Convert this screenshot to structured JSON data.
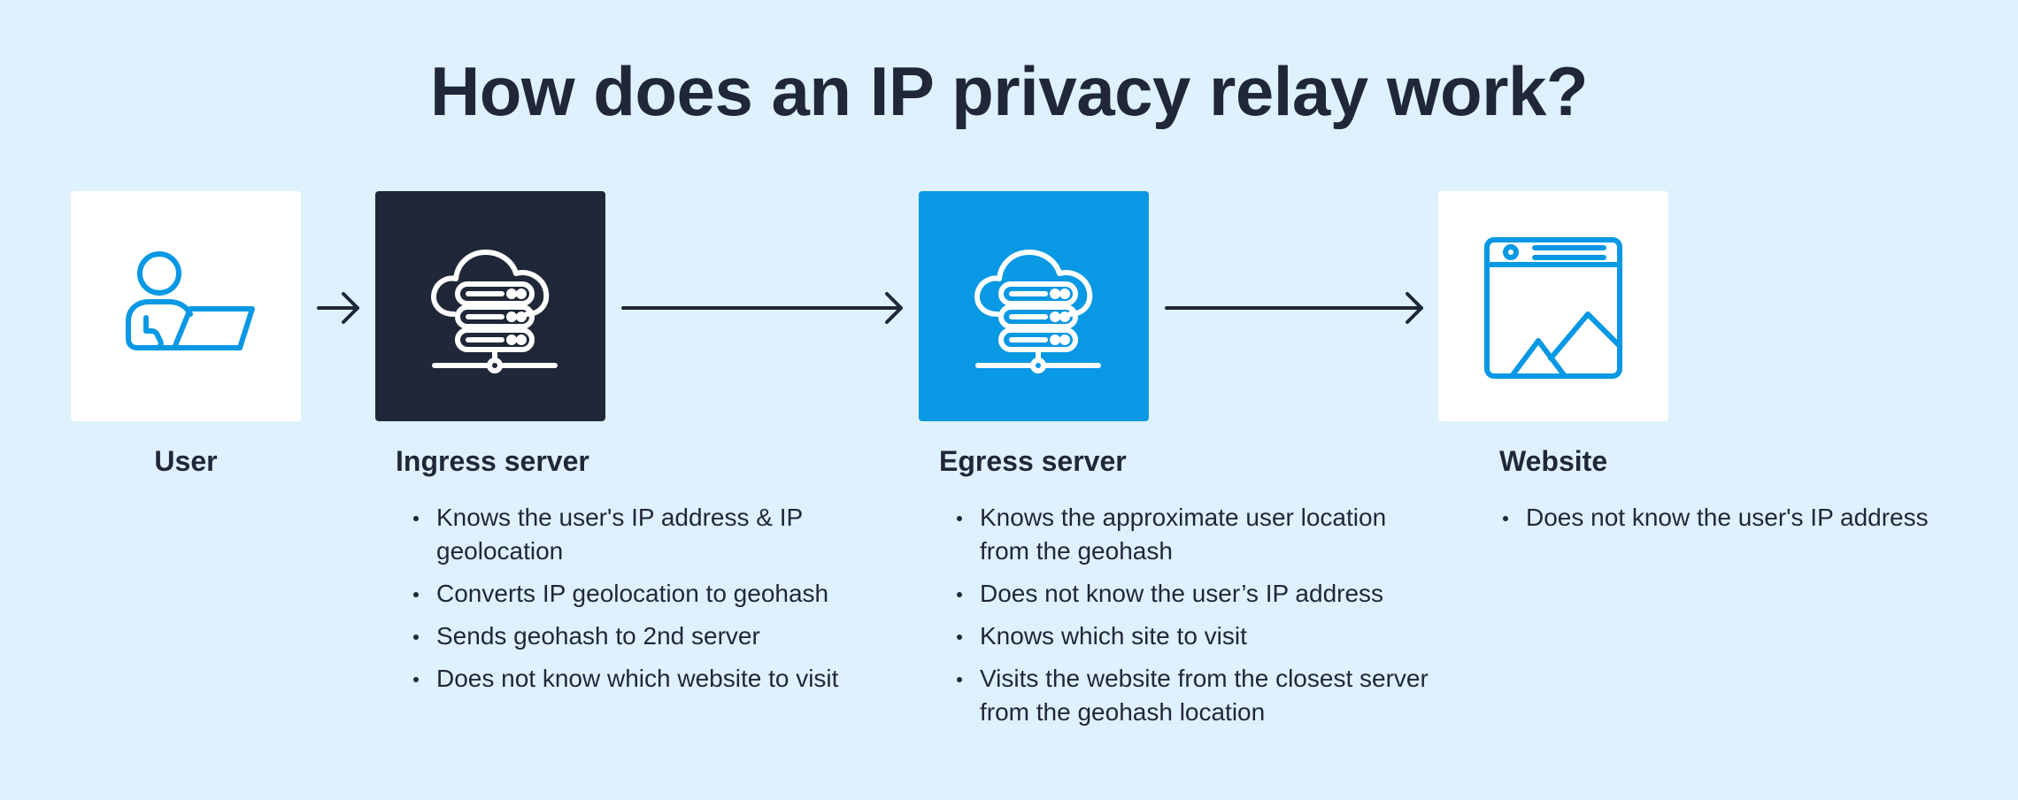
{
  "title": "How does an IP privacy relay work?",
  "colors": {
    "background": "#dff1fd",
    "ink": "#1f2738",
    "accent": "#0898e4",
    "white": "#ffffff"
  },
  "nodes": [
    {
      "id": "user",
      "label": "User",
      "icon": "user-laptop-icon",
      "bullets": []
    },
    {
      "id": "ingress",
      "label": "Ingress server",
      "icon": "cloud-server-icon",
      "bullets": [
        "Knows the user's IP address & IP geolocation",
        "Converts IP geolocation to geohash",
        "Sends geohash to 2nd server",
        "Does not know which website to visit"
      ]
    },
    {
      "id": "egress",
      "label": "Egress server",
      "icon": "cloud-server-icon",
      "bullets": [
        "Knows the approximate user location from the geohash",
        "Does not know the user’s IP address",
        "Knows which site to visit",
        "Visits the website from the closest server from the geohash location"
      ]
    },
    {
      "id": "website",
      "label": "Website",
      "icon": "browser-window-icon",
      "bullets": [
        "Does not know the user's IP address"
      ]
    }
  ]
}
